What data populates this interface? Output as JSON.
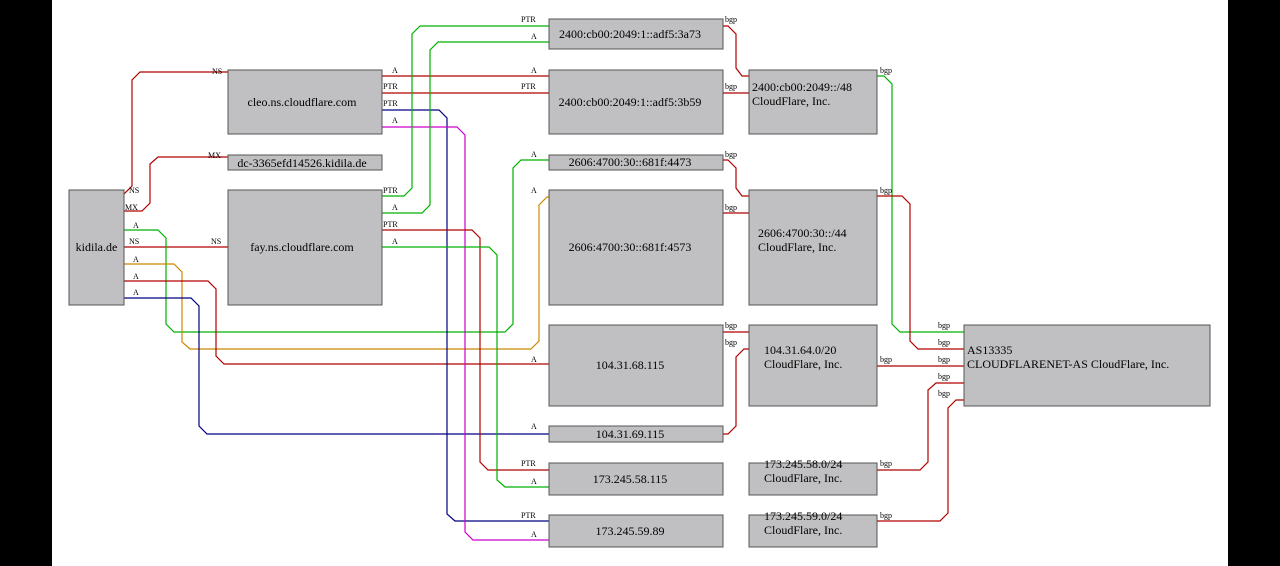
{
  "nodes": [
    {
      "id": "kidila",
      "lines": [
        "kidila.de"
      ]
    },
    {
      "id": "cleo",
      "lines": [
        "cleo.ns.cloudflare.com"
      ]
    },
    {
      "id": "dc",
      "lines": [
        "dc-3365efd14526.kidila.de"
      ]
    },
    {
      "id": "fay",
      "lines": [
        "fay.ns.cloudflare.com"
      ]
    },
    {
      "id": "v6a",
      "lines": [
        "2400:cb00:2049:1::adf5:3a73"
      ]
    },
    {
      "id": "v6b",
      "lines": [
        "2400:cb00:2049:1::adf5:3b59"
      ]
    },
    {
      "id": "v6c",
      "lines": [
        "2606:4700:30::681f:4473"
      ]
    },
    {
      "id": "v6d",
      "lines": [
        "2606:4700:30::681f:4573"
      ]
    },
    {
      "id": "ip1",
      "lines": [
        "104.31.68.115"
      ]
    },
    {
      "id": "ip2",
      "lines": [
        "104.31.69.115"
      ]
    },
    {
      "id": "ip3",
      "lines": [
        "173.245.58.115"
      ]
    },
    {
      "id": "ip4",
      "lines": [
        "173.245.59.89"
      ]
    },
    {
      "id": "p1",
      "lines": [
        "2400:cb00:2049::/48",
        "CloudFlare, Inc."
      ]
    },
    {
      "id": "p2",
      "lines": [
        "2606:4700:30::/44",
        "CloudFlare, Inc."
      ]
    },
    {
      "id": "p3",
      "lines": [
        "104.31.64.0/20",
        "CloudFlare, Inc."
      ]
    },
    {
      "id": "p4",
      "lines": [
        "173.245.58.0/24",
        "CloudFlare, Inc."
      ]
    },
    {
      "id": "p5",
      "lines": [
        "173.245.59.0/24",
        "CloudFlare, Inc."
      ]
    },
    {
      "id": "as",
      "lines": [
        "AS13335",
        "CLOUDFLARENET-AS CloudFlare, Inc."
      ]
    }
  ],
  "edges": [
    {
      "id": "e1",
      "color": "#b00000",
      "from_label": "NS",
      "to_label": "NS"
    },
    {
      "id": "e2",
      "color": "#b00000",
      "from_label": "MX",
      "to_label": "MX"
    },
    {
      "id": "e3",
      "color": "#b00000",
      "from_label": "NS",
      "to_label": "NS"
    },
    {
      "id": "e4",
      "color": "#00b000",
      "from_label": "A",
      "to_label": "A"
    },
    {
      "id": "e5",
      "color": "#cc8800",
      "from_label": "A",
      "to_label": "A"
    },
    {
      "id": "e6",
      "color": "#b00000",
      "from_label": "A",
      "to_label": "A"
    },
    {
      "id": "e7",
      "color": "#000080",
      "from_label": "A",
      "to_label": "A"
    },
    {
      "id": "e8",
      "color": "#b00000",
      "from_label": "A",
      "to_label": "A"
    },
    {
      "id": "e9",
      "color": "#b00000",
      "from_label": "PTR",
      "to_label": "PTR"
    },
    {
      "id": "e10",
      "color": "#000080",
      "from_label": "PTR",
      "to_label": "PTR"
    },
    {
      "id": "e11",
      "color": "#cc00cc",
      "from_label": "A",
      "to_label": "A"
    },
    {
      "id": "e12",
      "color": "#00b000",
      "from_label": "PTR",
      "to_label": "PTR"
    },
    {
      "id": "e13",
      "color": "#00b000",
      "from_label": "A",
      "to_label": "A"
    },
    {
      "id": "e14",
      "color": "#b00000",
      "from_label": "PTR",
      "to_label": "PTR"
    },
    {
      "id": "e15",
      "color": "#00b000",
      "from_label": "A",
      "to_label": "A"
    },
    {
      "id": "e16",
      "color": "#b00000",
      "from_label": "bgp",
      "to_label": ""
    },
    {
      "id": "e17",
      "color": "#b00000",
      "from_label": "bgp",
      "to_label": ""
    },
    {
      "id": "e18",
      "color": "#b00000",
      "from_label": "bgp",
      "to_label": ""
    },
    {
      "id": "e19",
      "color": "#b00000",
      "from_label": "bgp",
      "to_label": ""
    },
    {
      "id": "e20",
      "color": "#b00000",
      "from_label": "bgp",
      "to_label": ""
    },
    {
      "id": "e21",
      "color": "#b00000",
      "from_label": "bgp",
      "to_label": ""
    },
    {
      "id": "e22",
      "color": "#00b000",
      "from_label": "bgp",
      "to_label": "bgp"
    },
    {
      "id": "e23",
      "color": "#b00000",
      "from_label": "bgp",
      "to_label": "bgp"
    },
    {
      "id": "e24",
      "color": "#b00000",
      "from_label": "bgp",
      "to_label": "bgp"
    },
    {
      "id": "e25",
      "color": "#b00000",
      "from_label": "bgp",
      "to_label": "bgp"
    },
    {
      "id": "e26",
      "color": "#b00000",
      "from_label": "bgp",
      "to_label": "bgp"
    }
  ]
}
